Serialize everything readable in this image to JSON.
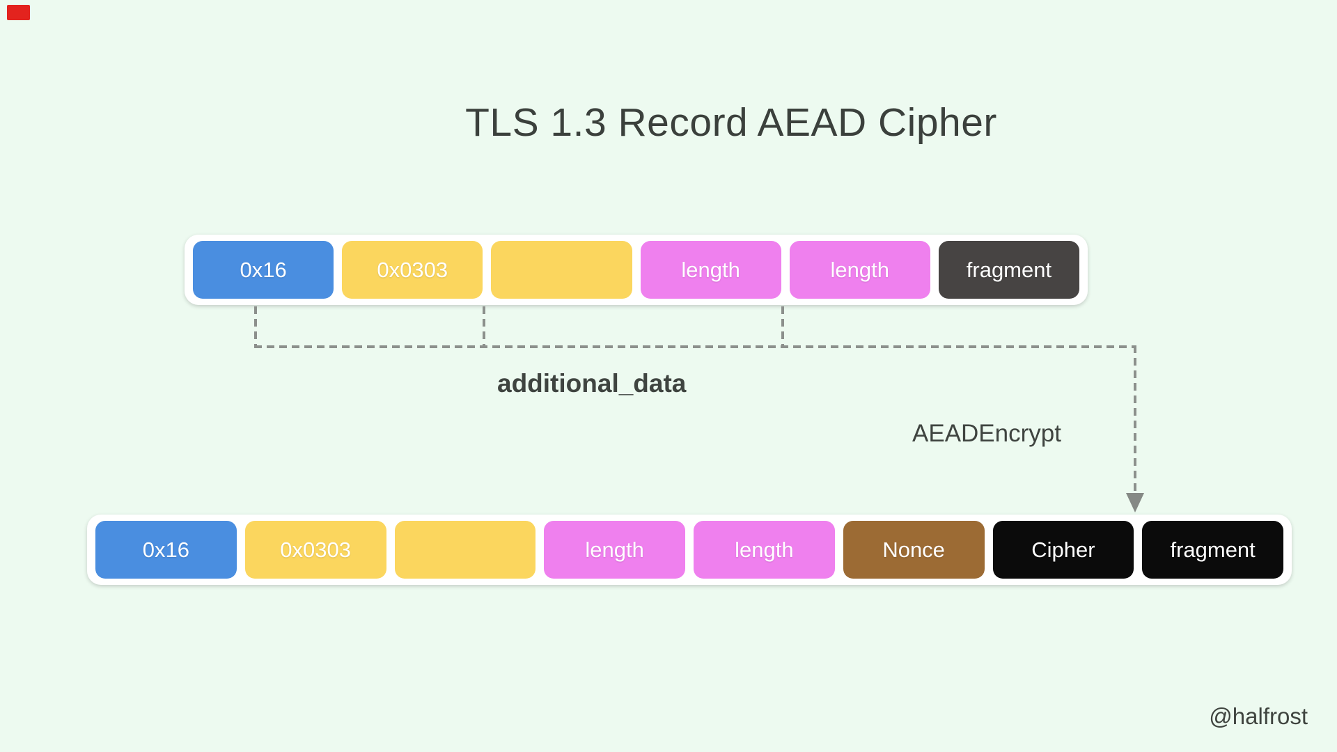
{
  "canvas": {
    "background": "#edfaf0"
  },
  "title": "TLS 1.3 Record AEAD Cipher",
  "colors": {
    "blue": "#4a8ee0",
    "yellow": "#fbd65e",
    "pink": "#ef80ee",
    "dark_gray": "#474443",
    "brown": "#9c6b34",
    "black": "#0b0b0b",
    "dash_gray": "#8c908c",
    "text_dark": "#3f4440",
    "record_indicator_red": "#e3231e"
  },
  "plaintext_record": {
    "fields": [
      {
        "label": "0x16",
        "color": "blue"
      },
      {
        "label": "0x0303",
        "color": "yellow"
      },
      {
        "label": "",
        "color": "yellow"
      },
      {
        "label": "length",
        "color": "pink"
      },
      {
        "label": "length",
        "color": "pink"
      },
      {
        "label": "fragment",
        "color": "dark_gray"
      }
    ]
  },
  "ciphertext_record": {
    "fields": [
      {
        "label": "0x16",
        "color": "blue"
      },
      {
        "label": "0x0303",
        "color": "yellow"
      },
      {
        "label": "",
        "color": "yellow"
      },
      {
        "label": "length",
        "color": "pink"
      },
      {
        "label": "length",
        "color": "pink"
      },
      {
        "label": "Nonce",
        "color": "brown"
      },
      {
        "label": "Cipher",
        "color": "black"
      },
      {
        "label": "fragment",
        "color": "black"
      }
    ]
  },
  "annotations": {
    "additional_data_label": "additional_data",
    "aead_encrypt_label": "AEADEncrypt"
  },
  "watermark": "@halfrost"
}
